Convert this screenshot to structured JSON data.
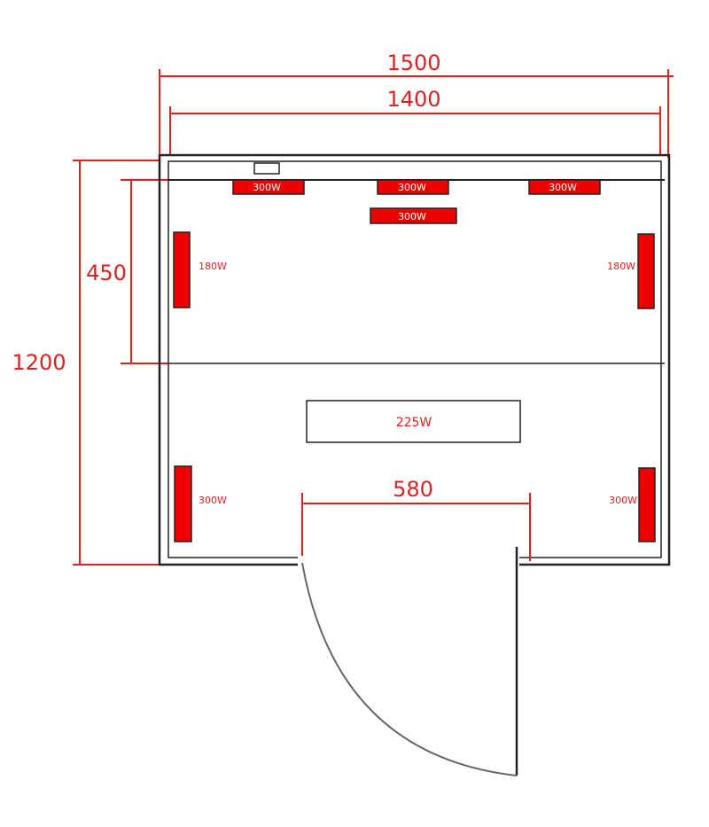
{
  "dimensions": {
    "outer_width": "1500",
    "inner_width": "1400",
    "depth": "1200",
    "bench_depth": "450",
    "door_width": "580"
  },
  "heaters": {
    "back_left": "300W",
    "back_center": "300W",
    "back_right": "300W",
    "bench_center": "300W",
    "side_upper_left": "180W",
    "side_upper_right": "180W",
    "side_lower_left": "300W",
    "side_lower_right": "300W",
    "floor_panel": "225W"
  },
  "colors": {
    "dimension": "#e02020",
    "heater_fill": "#ee0000",
    "wall": "#222222",
    "door_arc": "#666666"
  }
}
